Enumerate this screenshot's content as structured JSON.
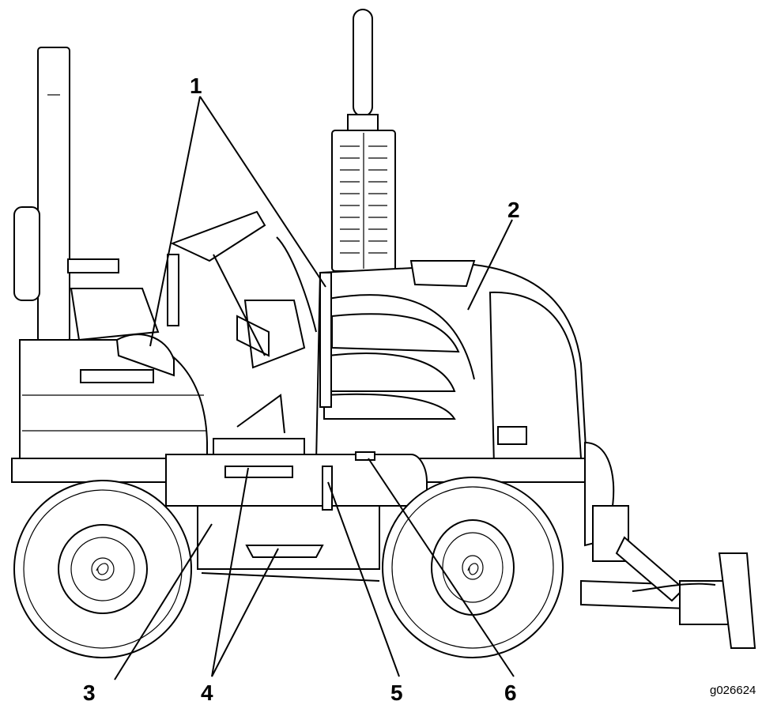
{
  "figure_id": "g026624",
  "callouts": {
    "c1": "1",
    "c2": "2",
    "c3": "3",
    "c4": "4",
    "c5": "5",
    "c6": "6"
  }
}
